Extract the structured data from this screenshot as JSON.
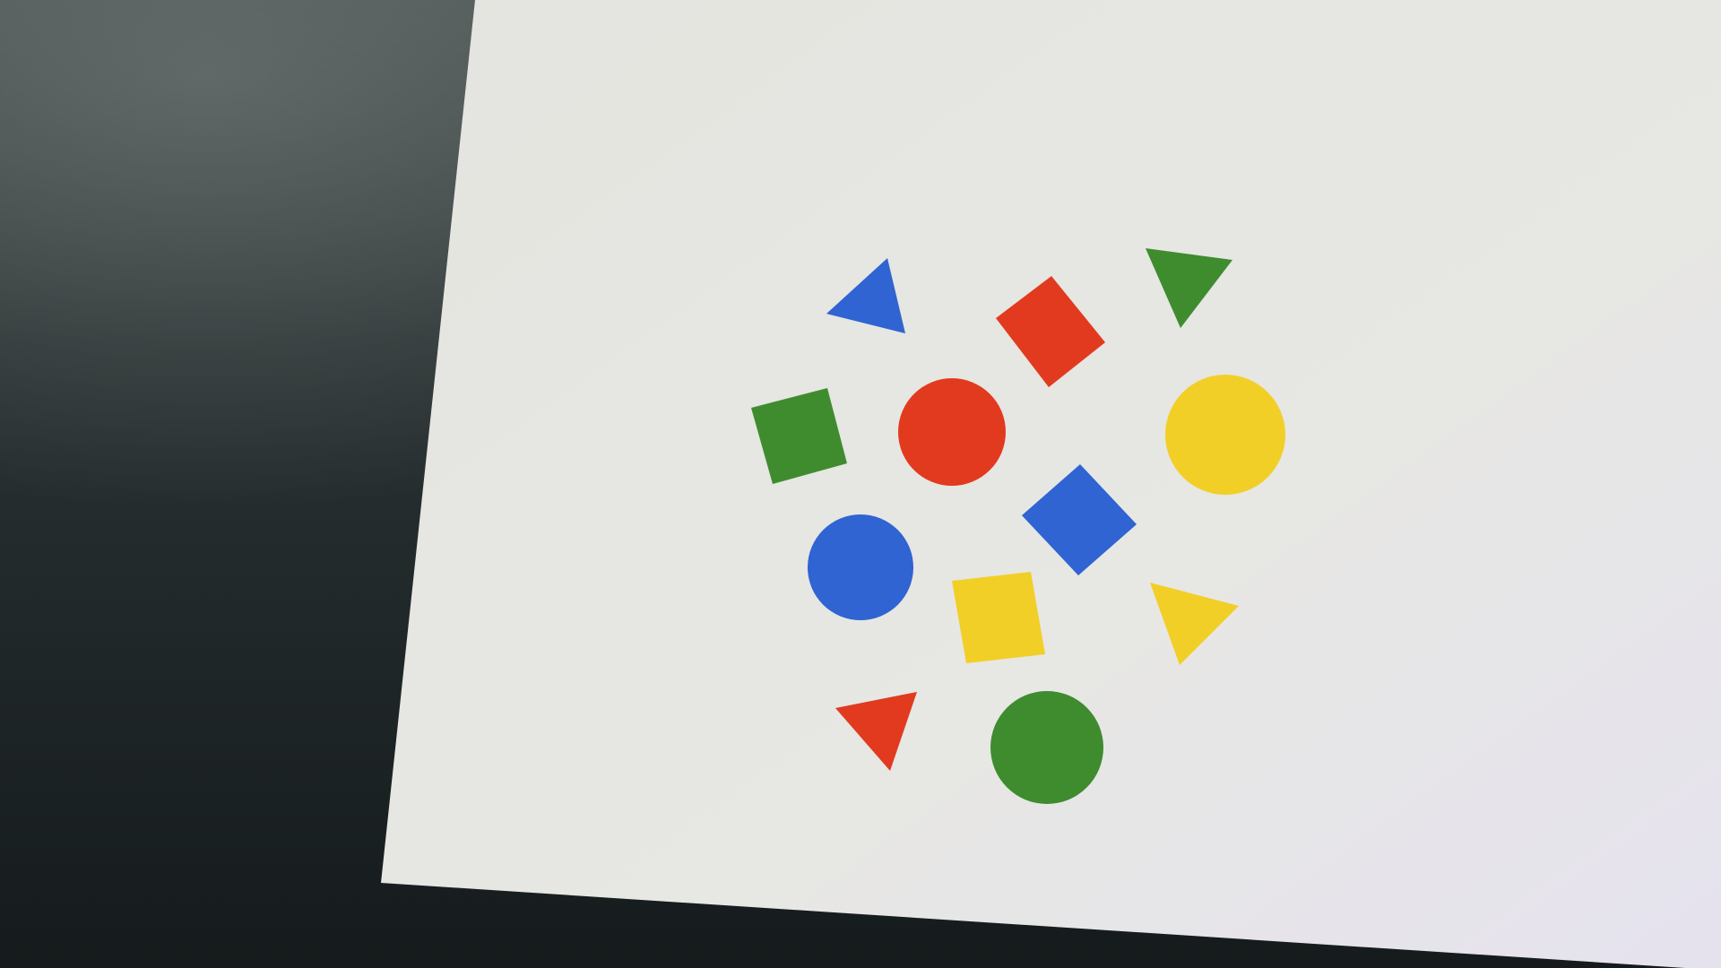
{
  "photo": {
    "background_color": "#1f2526",
    "paper_color": "#e6e6e3",
    "palette": {
      "blue": "#2f64d2",
      "red": "#e23a1e",
      "green": "#3f8c2f",
      "yellow": "#f2cf27"
    },
    "shapes": [
      {
        "kind": "triangle",
        "color": "blue"
      },
      {
        "kind": "square",
        "color": "red"
      },
      {
        "kind": "triangle",
        "color": "green"
      },
      {
        "kind": "square",
        "color": "green"
      },
      {
        "kind": "circle",
        "color": "red"
      },
      {
        "kind": "circle",
        "color": "yellow"
      },
      {
        "kind": "square",
        "color": "blue"
      },
      {
        "kind": "circle",
        "color": "blue"
      },
      {
        "kind": "square",
        "color": "yellow"
      },
      {
        "kind": "triangle",
        "color": "yellow"
      },
      {
        "kind": "triangle",
        "color": "red"
      },
      {
        "kind": "circle",
        "color": "green"
      }
    ]
  }
}
